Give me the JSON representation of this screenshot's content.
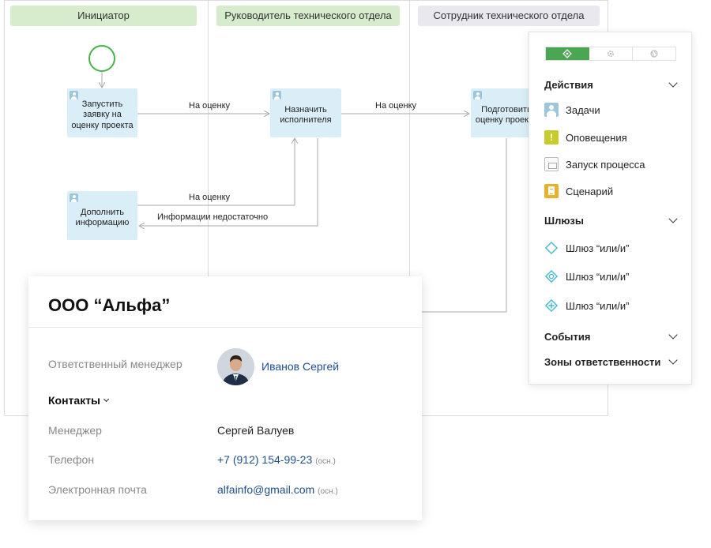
{
  "lanes": [
    {
      "title": "Инициатор"
    },
    {
      "title": "Руководитель технического отдела"
    },
    {
      "title": "Сотрудник технического отдела"
    }
  ],
  "tasks": {
    "start_request": "Запустить заявку на оценку проекта",
    "add_info": "Дополнить информацию",
    "assign": "Назначить исполнителя",
    "prepare": "Подготовить оценку проекта"
  },
  "flows": {
    "to_review_1": "На оценку",
    "to_review_2": "На оценку",
    "to_review_3": "На оценку",
    "not_enough": "Информации недостаточно"
  },
  "toolbox": {
    "tabs": [
      "diamond-icon",
      "gear-icon",
      "globe-icon"
    ],
    "sections": {
      "actions": "Действия",
      "gateways": "Шлюзы",
      "events": "События",
      "zones": "Зоны ответственности"
    },
    "actions": [
      "Задачи",
      "Оповещения",
      "Запуск процесса",
      "Сценарий"
    ],
    "gateways": [
      "Шлюз “или/и”",
      "Шлюз “или/и”",
      "Шлюз “или/и”"
    ],
    "colors": {
      "active_tab": "#4aa652",
      "gateway": "#3fb8d4"
    }
  },
  "card": {
    "title": "ООО “Альфа”",
    "manager_label": "Ответственный менеджер",
    "manager_name": "Иванов Сергей",
    "contacts_title": "Контакты",
    "rows": [
      {
        "label": "Менеджер",
        "value": "Сергей Валуев",
        "note": ""
      },
      {
        "label": "Телефон",
        "value": "+7 (912) 154-99-23",
        "note": "(осн.)"
      },
      {
        "label": "Электронная почта",
        "value": "alfainfo@gmail.com",
        "note": "(осн.)"
      }
    ],
    "colors": {
      "link": "#1f4e8c"
    }
  }
}
